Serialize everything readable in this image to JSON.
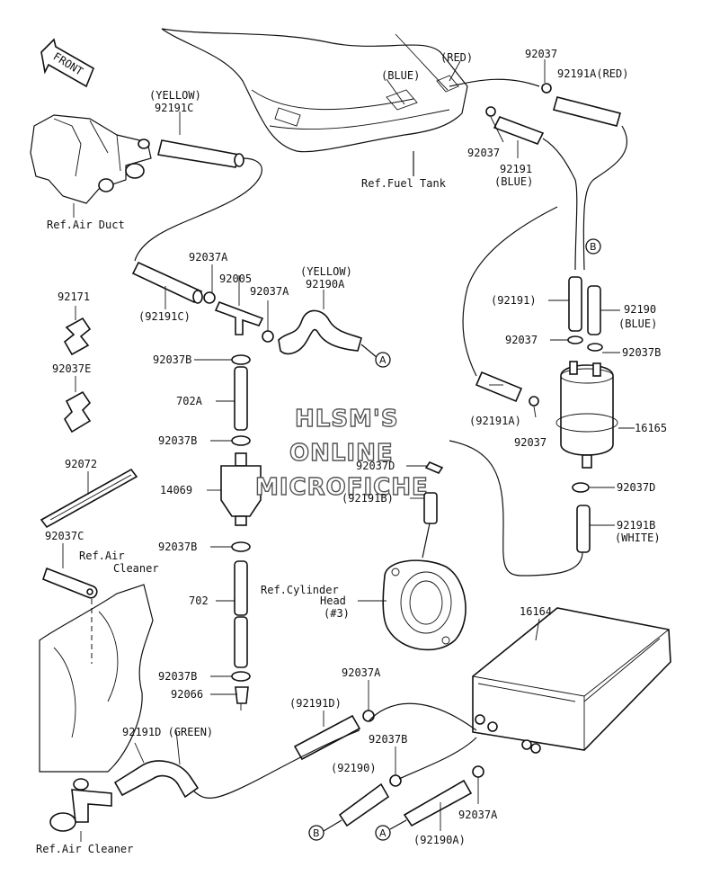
{
  "front_label": "FRONT",
  "watermark": [
    "HLSM'S",
    "ONLINE",
    "MICROFICHE"
  ],
  "labels": {
    "yellow_top": "(YELLOW)",
    "p92191C": "92191C",
    "ref_air_duct": "Ref.Air Duct",
    "blue_top": "(BLUE)",
    "red_top": "(RED)",
    "p92037_top": "92037",
    "p92191A_red": "92191A(RED)",
    "p92037_mid": "92037",
    "ref_fuel_tank": "Ref.Fuel Tank",
    "p92191_blue": "92191",
    "blue_paren": "(BLUE)",
    "p92037A_1": "92037A",
    "p92005": "92005",
    "yellow_mid": "(YELLOW)",
    "p92037A_2": "92037A",
    "p92190A": "92190A",
    "p92191C_paren": "(92191C)",
    "p92171": "92171",
    "p92037E": "92037E",
    "p92037B_1": "92037B",
    "p702A": "702A",
    "p92037B_2": "92037B",
    "p14069": "14069",
    "p92072": "92072",
    "p92037C": "92037C",
    "ref_air": "Ref.Air",
    "cleaner": "Cleaner",
    "p92037B_3": "92037B",
    "p702": "702",
    "p92037B_4": "92037B",
    "p92066": "92066",
    "p92191D_green": "92191D (GREEN)",
    "ref_air_cleaner": "Ref.Air Cleaner",
    "p92191_paren": "(92191)",
    "p92190": "92190",
    "blue_paren2": "(BLUE)",
    "p92037_r": "92037",
    "p92037B_r": "92037B",
    "p92191A_paren": "(92191A)",
    "p92037_r2": "92037",
    "p16165": "16165",
    "p92037D_1": "92037D",
    "p92191B_paren": "(92191B)",
    "p92037D_2": "92037D",
    "p92191B": "92191B",
    "white_paren": "(WHITE)",
    "ref_cyl_head": "Ref.Cylinder",
    "head": "Head",
    "cyl3": "(#3)",
    "p16164": "16164",
    "p92037A_3": "92037A",
    "p92191D_paren": "(92191D)",
    "p92037B_5": "92037B",
    "p92190_paren": "(92190)",
    "p92037A_4": "92037A",
    "p92190A_paren": "(92190A)",
    "circle_A": "A",
    "circle_B": "B"
  },
  "colors": {
    "ink": "#111111",
    "background": "#ffffff",
    "watermark_outline": "#555555"
  }
}
